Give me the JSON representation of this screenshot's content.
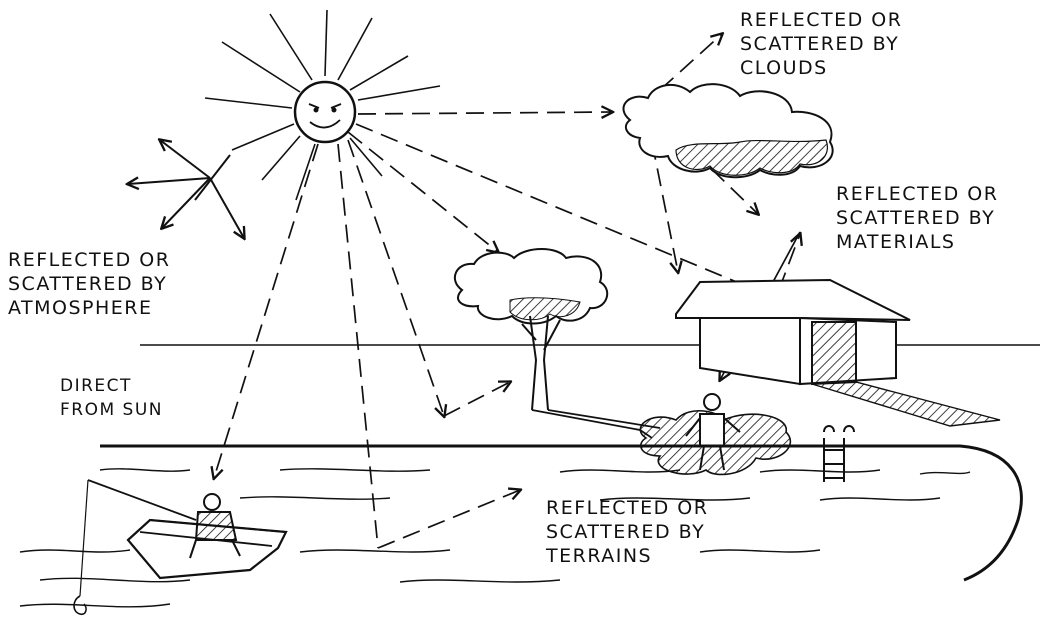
{
  "labels": {
    "clouds": [
      "REFLECTED OR",
      "SCATTERED BY",
      "CLOUDS"
    ],
    "materials": [
      "REFLECTED OR",
      "SCATTERED BY",
      "MATERIALS"
    ],
    "atmosphere": [
      "REFLECTED OR",
      "SCATTERED BY",
      "ATMOSPHERE"
    ],
    "direct": [
      "DIRECT",
      "FROM SUN"
    ],
    "terrains": [
      "REFLECTED OR",
      "SCATTERED BY",
      "TERRAINS"
    ]
  },
  "colors": {
    "ink": "#111111",
    "background": "#ffffff"
  }
}
